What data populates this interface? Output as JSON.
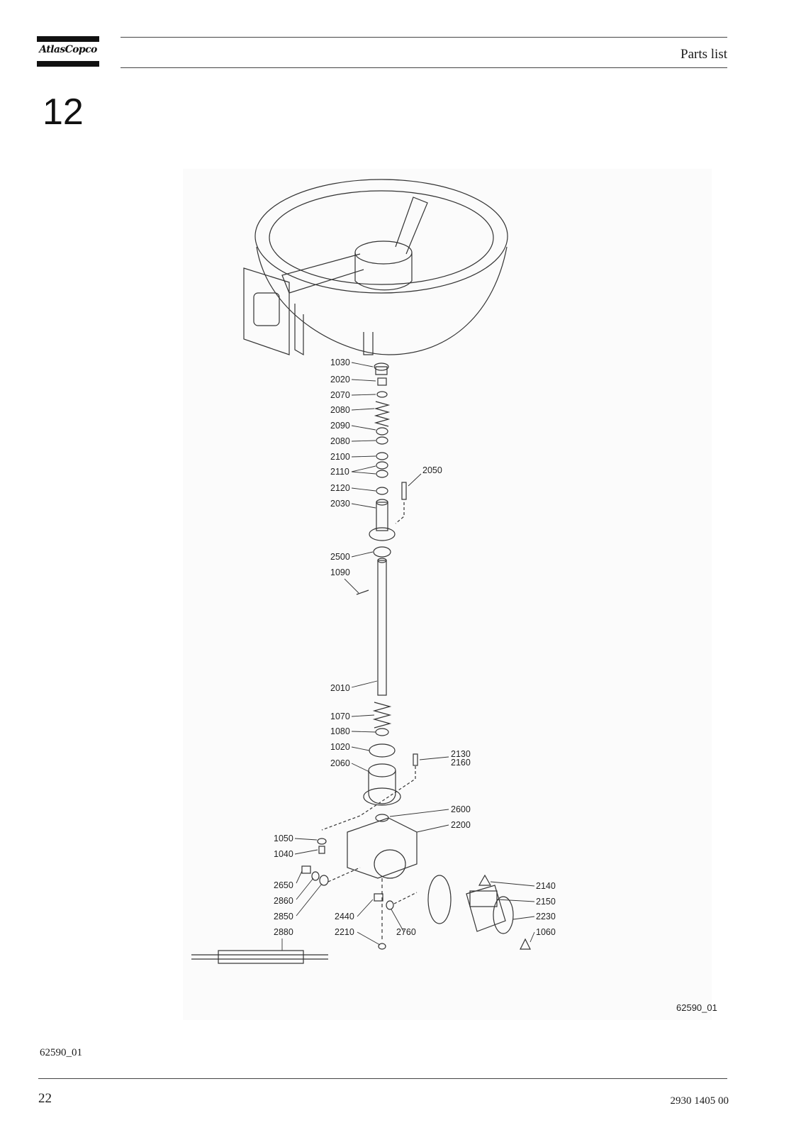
{
  "header": {
    "logo": "AtlasCopco",
    "title": "Parts list"
  },
  "section": {
    "number": "12"
  },
  "figure": {
    "id_label": "62590_01",
    "callouts": [
      "1030",
      "2020",
      "2070",
      "2080",
      "2090",
      "2080",
      "2100",
      "2110",
      "2120",
      "2030",
      "2050",
      "2500",
      "1090",
      "2010",
      "1070",
      "1080",
      "1020",
      "2060",
      "2130",
      "2160",
      "2600",
      "2200",
      "1050",
      "1040",
      "2650",
      "2860",
      "2850",
      "2880",
      "2440",
      "2210",
      "2760",
      "2140",
      "2150",
      "2230",
      "1060"
    ]
  },
  "footer": {
    "figure_ref": "62590_01",
    "page_number": "22",
    "document_number": "2930 1405 00"
  }
}
